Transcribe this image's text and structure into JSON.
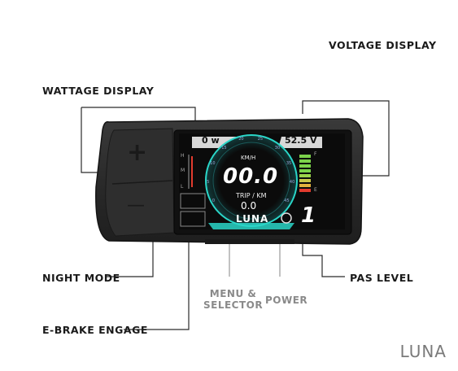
{
  "callouts": {
    "wattage": "WATTAGE DISPLAY",
    "voltage": "VOLTAGE DISPLAY",
    "night_mode": "NIGHT MODE",
    "pas_level": "PAS LEVEL",
    "menu_selector_line1": "MENU &",
    "menu_selector_line2": "SELECTOR",
    "power": "POWER",
    "ebrake": "E-BRAKE ENGAGE"
  },
  "screen": {
    "wattage_value": "0 w",
    "voltage_value": "52.5 V",
    "speed_unit": "KM/H",
    "speed_value": "00.0",
    "trip_label": "TRIP / KM",
    "trip_value": "0.0",
    "brand": "LUNA",
    "pas_value": "1",
    "left_gauge_h": "H",
    "left_gauge_m": "M",
    "left_gauge_l": "L",
    "battery_f": "F",
    "battery_e": "E",
    "dial_ticks": [
      "0",
      "5",
      "10",
      "15",
      "20",
      "25",
      "30",
      "35",
      "40",
      "45"
    ]
  },
  "buttons": {
    "plus": "+",
    "minus": "—"
  },
  "footer": {
    "logo": "LUNA"
  },
  "colors": {
    "device_body": "#2a2a2a",
    "screen_bg": "#0b0b0b",
    "accent_teal": "#2ad6c8",
    "battery_green": "#7bd24a",
    "battery_red": "#e23b2e"
  }
}
